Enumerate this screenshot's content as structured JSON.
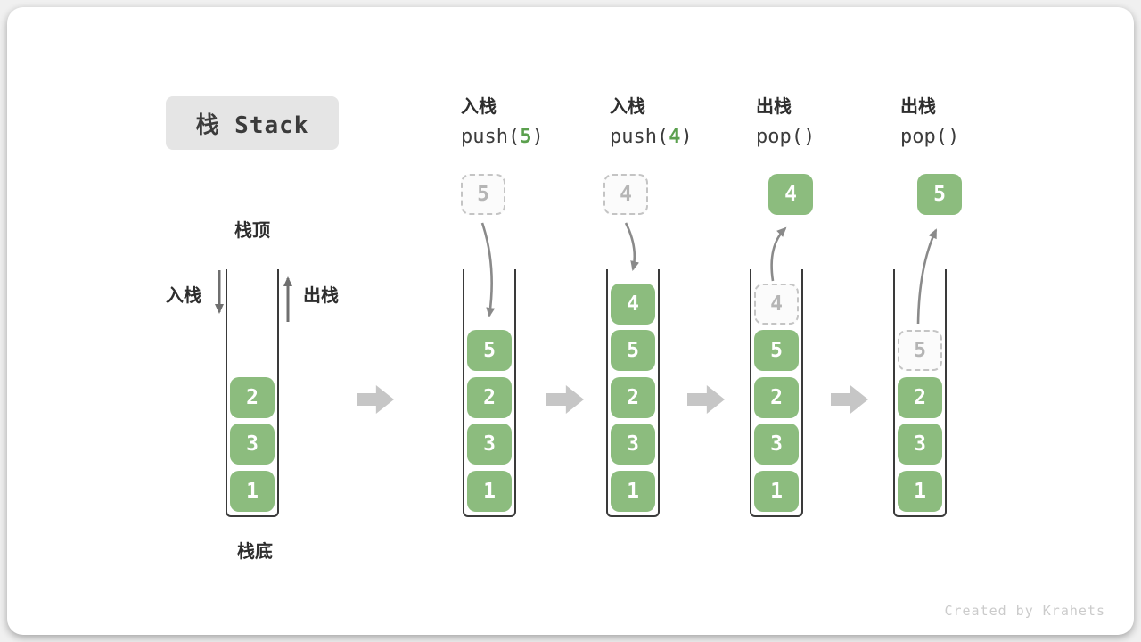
{
  "title": "栈 Stack",
  "watermark": "Created by Krahets",
  "labels": {
    "stack_top": "栈顶",
    "stack_bottom": "栈底",
    "push_side": "入栈",
    "pop_side": "出栈"
  },
  "operations": [
    {
      "name": "入栈",
      "code_pre": "push(",
      "code_arg": "5",
      "code_post": ")"
    },
    {
      "name": "入栈",
      "code_pre": "push(",
      "code_arg": "4",
      "code_post": ")"
    },
    {
      "name": "出栈",
      "code_pre": "pop(",
      "code_arg": "",
      "code_post": ")"
    },
    {
      "name": "出栈",
      "code_pre": "pop(",
      "code_arg": "",
      "code_post": ")"
    }
  ],
  "stacks": [
    {
      "state": "initial",
      "items": [
        {
          "value": "2"
        },
        {
          "value": "3"
        },
        {
          "value": "1"
        }
      ]
    },
    {
      "state": "after push(5)",
      "floating": {
        "value": "5"
      },
      "items": [
        {
          "value": "5"
        },
        {
          "value": "2"
        },
        {
          "value": "3"
        },
        {
          "value": "1"
        }
      ]
    },
    {
      "state": "after push(4)",
      "floating": {
        "value": "4"
      },
      "items": [
        {
          "value": "4"
        },
        {
          "value": "5"
        },
        {
          "value": "2"
        },
        {
          "value": "3"
        },
        {
          "value": "1"
        }
      ]
    },
    {
      "state": "pop -> 4",
      "floating": {
        "value": "4"
      },
      "items": [
        {
          "value": "4"
        },
        {
          "value": "5"
        },
        {
          "value": "2"
        },
        {
          "value": "3"
        },
        {
          "value": "1"
        }
      ]
    },
    {
      "state": "pop -> 5",
      "floating": {
        "value": "5"
      },
      "items": [
        {
          "value": "5"
        },
        {
          "value": "2"
        },
        {
          "value": "3"
        },
        {
          "value": "1"
        }
      ]
    }
  ],
  "colors": {
    "item_green": "#8cbc7e",
    "code_green": "#5ba04e",
    "curve_arrow_gray": "#8a8a8a",
    "side_arrow_gray": "#6f6f6f",
    "flow_arrow_gray": "#c6c6c6",
    "wall_dark": "#3a3a3a",
    "title_bg": "#e5e5e5"
  }
}
